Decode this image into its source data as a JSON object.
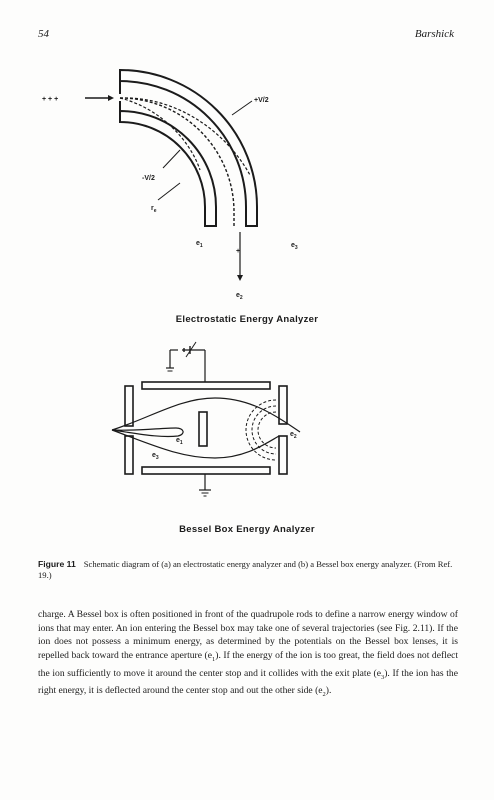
{
  "header": {
    "page_number": "54",
    "running_head": "Barshick"
  },
  "figure_a": {
    "labels": {
      "plus_v2": "+V/2",
      "minus_v2": "-V/2",
      "radius": "r",
      "radius_sub": "e",
      "e1": "e",
      "e1_sub": "1",
      "e2": "e",
      "e2_sub": "2",
      "e3": "e",
      "e3_sub": "3",
      "ion_beam": "+ + +"
    },
    "caption": "Electrostatic Energy Analyzer"
  },
  "figure_b": {
    "labels": {
      "e1": "e",
      "e1_sub": "1",
      "e2": "e",
      "e2_sub": "2",
      "e3": "e",
      "e3_sub": "3"
    },
    "caption": "Bessel Box Energy Analyzer"
  },
  "figure_caption": {
    "label": "Figure 11",
    "text": "Schematic diagram of (a) an electrostatic energy analyzer and (b) a Bessel box energy analyzer. (From Ref. 19.)"
  },
  "body_text": {
    "p1": "charge. A Bessel box is often positioned in front of the quadrupole rods to define a narrow energy window of ions that may enter. An ion entering the Bessel box may take one of several trajectories (see Fig. 2.11). If the ion does not possess a minimum energy, as determined by the potentials on the Bessel box lenses, it is repelled back toward the entrance aperture (e",
    "s1": "1",
    "p2": "). If the energy of the ion is too great, the field does not deflect the ion sufficiently to move it around the center stop and it collides with the exit plate (e",
    "s2": "3",
    "p3": "). If the ion has the right energy, it is deflected around the center stop and out the other side (e",
    "s3": "2",
    "p4": ")."
  }
}
